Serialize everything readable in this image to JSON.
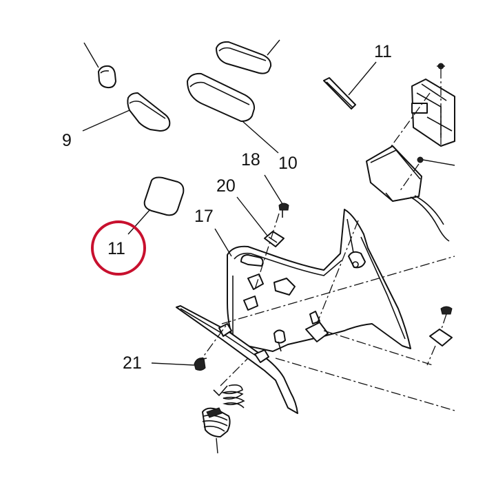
{
  "callouts": {
    "c9": "9",
    "c10": "10",
    "c11_top": "11",
    "c11_highlighted": "11",
    "c17": "17",
    "c18": "18",
    "c20": "20",
    "c21": "21"
  },
  "colors": {
    "line": "#111111",
    "background": "#ffffff",
    "highlight": "#c8102e"
  }
}
